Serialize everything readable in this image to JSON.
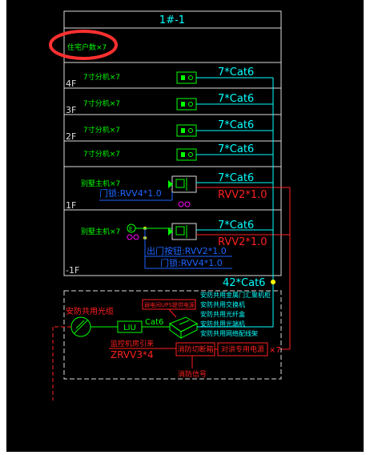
{
  "title": "1#-1",
  "households": "住宅户数×7",
  "floors": [
    "4F",
    "3F",
    "2F",
    "1F",
    "-1F"
  ],
  "indoor_unit": "7寸分机×7",
  "villa_unit": "别墅主机×7",
  "cable_cat6": "7*Cat6",
  "cable_rvv": "RVV2*1.0",
  "lock_label": "门锁:RVV4*1.0",
  "exit_button": "出门按钮:RVV2*1.0",
  "lock_label2": "门锁:RVV4*1.0",
  "trunk": "42*Cat6",
  "cabinet_items": [
    "安防共用金属门汇聚机柜",
    "安防共用交换机",
    "安防共用光纤盒",
    "安防共用光端机",
    "安防共用网络配线架"
  ],
  "fiber_label": "安防共用光缆",
  "ups_label": "弱电间UPS提供电源",
  "liu": "LIU",
  "cat6_small": "Cat6",
  "monitor_line": "监控机房引来",
  "zrvv": "ZRVV3*4",
  "fire_cut": "消防切断箱",
  "power_box": "对讲专用电源",
  "times7": "×7",
  "fire_signal": "消防信号",
  "colors": {
    "background": "#000000",
    "frame": "#ffffff",
    "green": "#00ff00",
    "cyan": "#00ffff",
    "red": "#ff2020",
    "blue": "#1e64ff",
    "yellow": "#ffff00",
    "magenta": "#ff00ff",
    "highlight": "#ff3030"
  }
}
